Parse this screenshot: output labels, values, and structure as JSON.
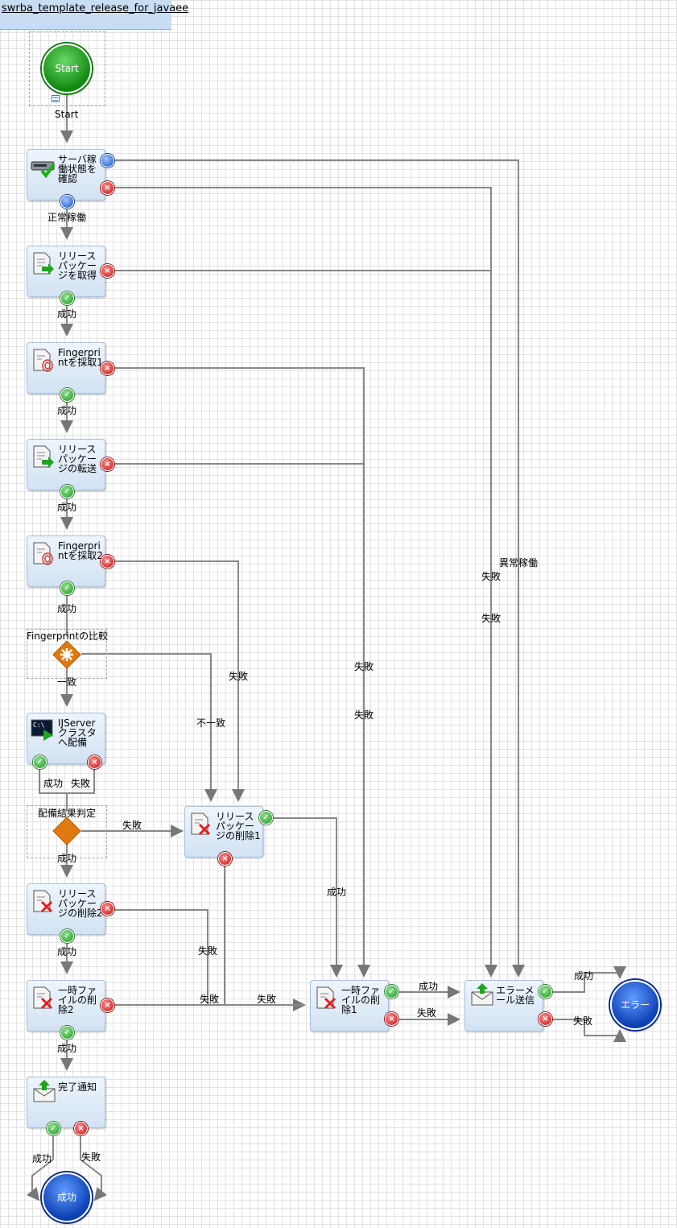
{
  "title": "swrba_template_release_for_javaee",
  "start": {
    "label": "Start",
    "caption": "Start"
  },
  "nodes": {
    "check_server": "サーバ稼働状態を確認",
    "get_package": "リリースパッケージを取得",
    "fingerprint1": "Fingerprintを採取1",
    "transfer_package": "リリースパッケージの転送",
    "fingerprint2": "Fingerprintを採取2",
    "deploy": "IJServerクラスタへ配備",
    "delete_pkg2": "リリースパッケージの削除2",
    "delete_tmp2": "一時ファイルの削除2",
    "complete_notice": "完了通知",
    "delete_pkg1": "リリースパッケージの削除1",
    "delete_tmp1": "一時ファイルの削除1",
    "error_mail": "エラーメール送信"
  },
  "branches": {
    "compare": "Fingerprintの比較",
    "deploy_result": "配備結果判定"
  },
  "terminals": {
    "success": "成功",
    "error": "エラー"
  },
  "edge_labels": {
    "normal": "正常稼働",
    "abnormal": "異常稼働",
    "success": "成功",
    "failure": "失敗",
    "match": "一致",
    "mismatch": "不一致"
  },
  "colors": {
    "node_fill": "#d2e2f3",
    "ok_port": "#1f9a1f",
    "ng_port": "#c81414",
    "start": "#0f8a0f",
    "end": "#0b3fb4",
    "diamond": "#e07a10"
  }
}
